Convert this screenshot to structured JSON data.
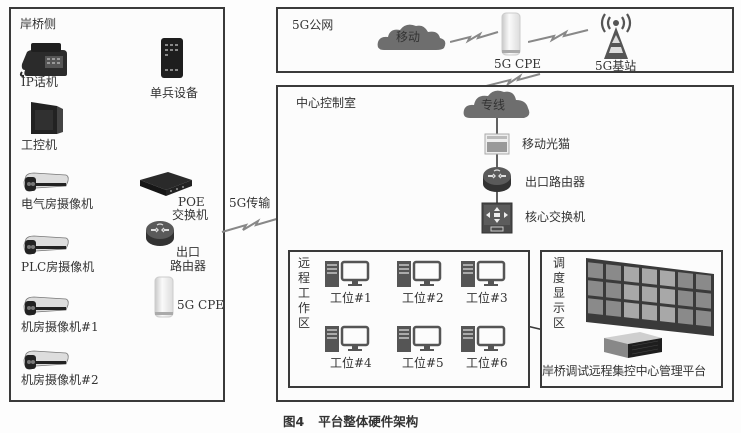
{
  "caption": {
    "number": "图4",
    "title": "平台整体硬件架构"
  },
  "colors": {
    "line": "#3a3a3a",
    "device_dark": "#2b2b2b",
    "cloud": "#6e6e6e",
    "screen": "#9a9a9a"
  },
  "shore_side": {
    "title": "岸桥侧",
    "devices": [
      {
        "label": "IP话机",
        "icon": "ip-phone-icon"
      },
      {
        "label": "工控机",
        "icon": "industrial-pc-icon"
      },
      {
        "label": "电气房摄像机",
        "icon": "camera-icon"
      },
      {
        "label": "PLC房摄像机",
        "icon": "camera-icon"
      },
      {
        "label": "机房摄像机#1",
        "icon": "camera-icon"
      },
      {
        "label": "机房摄像机#2",
        "icon": "camera-icon"
      }
    ],
    "handheld": {
      "label": "单兵设备",
      "icon": "handheld-device-icon"
    },
    "poe_switch": {
      "line1": "POE",
      "line2": "交换机",
      "icon": "poe-switch-icon"
    },
    "router": {
      "line1": "出口",
      "line2": "路由器",
      "icon": "router-icon"
    },
    "cpe": {
      "label": "5G CPE",
      "icon": "cpe-icon"
    }
  },
  "transmission": {
    "label": "5G传输",
    "icon": "wireless-link-icon"
  },
  "public_5g": {
    "title": "5G公网",
    "cloud": {
      "label": "移动",
      "icon": "cloud-icon"
    },
    "cpe": {
      "label": "5G CPE",
      "icon": "cpe-icon"
    },
    "base_station": {
      "label": "5G基站",
      "icon": "base-station-icon"
    }
  },
  "control_center": {
    "title": "中心控制室",
    "cloud": {
      "label": "专线",
      "icon": "cloud-icon"
    },
    "modem": {
      "label": "移动光猫",
      "icon": "optical-modem-icon"
    },
    "router": {
      "label": "出口路由器",
      "icon": "router-icon"
    },
    "core_switch": {
      "label": "核心交换机",
      "icon": "core-switch-icon"
    },
    "remote_area": {
      "title": "远程工作区",
      "workstations": [
        "工位#1",
        "工位#2",
        "工位#3",
        "工位#4",
        "工位#5",
        "工位#6"
      ]
    },
    "dispatch_area": {
      "title": "调度显示区",
      "platform": "岸桥调试远程集控中心管理平台"
    }
  }
}
